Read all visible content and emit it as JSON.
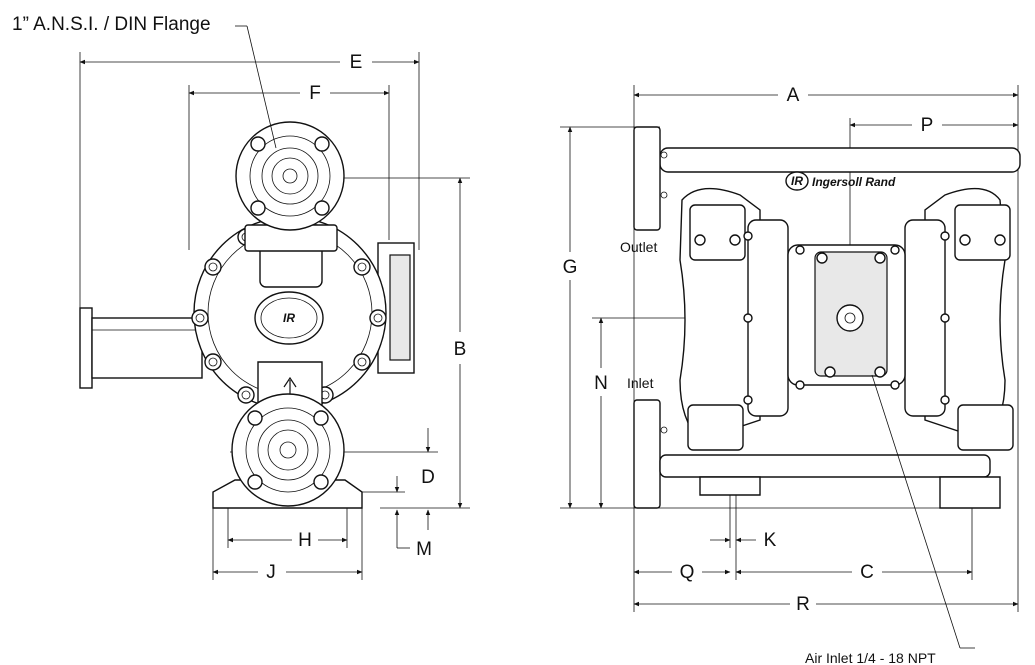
{
  "callouts": {
    "flange": "1” A.N.S.I. / DIN Flange",
    "outlet": "Outlet",
    "inlet": "Inlet",
    "air_inlet": "Air Inlet 1/4 - 18 NPT"
  },
  "brand": {
    "name": "Ingersoll Rand",
    "logo_letters": "IR"
  },
  "dimensions": {
    "A": "A",
    "B": "B",
    "C": "C",
    "D": "D",
    "E": "E",
    "F": "F",
    "G": "G",
    "H": "H",
    "J": "J",
    "K": "K",
    "M": "M",
    "N": "N",
    "P": "P",
    "Q": "Q",
    "R": "R"
  }
}
